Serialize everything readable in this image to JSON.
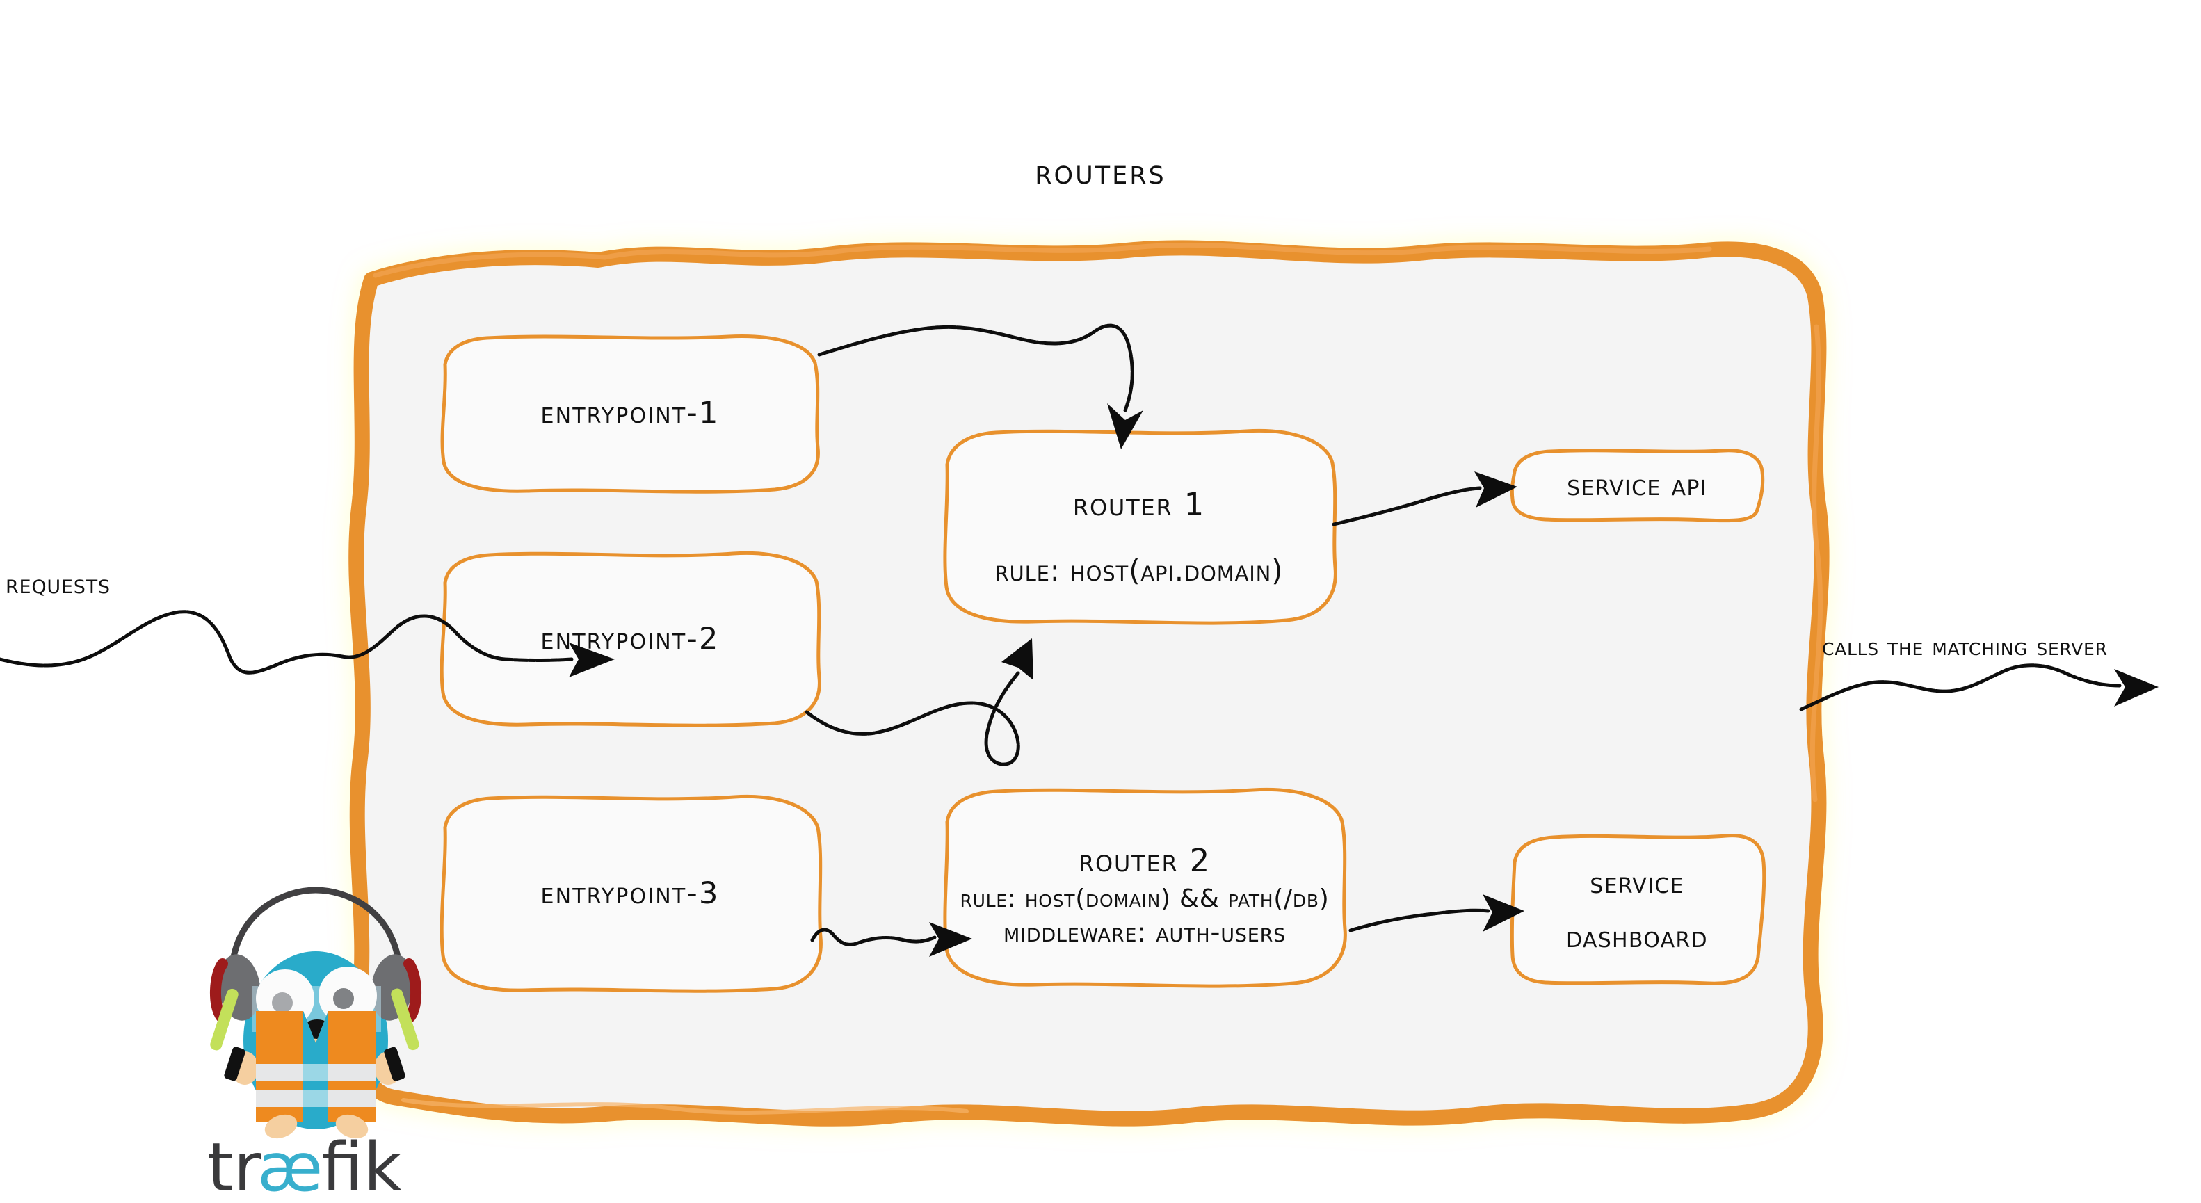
{
  "diagram": {
    "title": "Routers",
    "container_label": "Routers",
    "colors": {
      "frame_orange": "#E8912D",
      "box_orange": "#E8912D",
      "container_fill": "#F4F4F4",
      "box_fill": "#FAFAFA",
      "ink": "#111111",
      "gopher_body": "#29ABCA",
      "vest_orange": "#EE8A1F",
      "vest_stripe": "#E6E7E8",
      "headphone_gray": "#6D6E71",
      "headphone_red": "#9E1B1B",
      "wand_green": "#C3E05A",
      "snout_tan": "#F5CFA0",
      "wordmark_dark": "#3A3A3C",
      "wordmark_cyan": "#38AFCD"
    }
  },
  "entrypoints": [
    {
      "id": "entrypoint-1",
      "label": "entrypoint-1"
    },
    {
      "id": "entrypoint-2",
      "label": "entrypoint-2"
    },
    {
      "id": "entrypoint-3",
      "label": "entrypoint-3"
    }
  ],
  "routers": [
    {
      "id": "router-1",
      "title": "Router 1",
      "rule": "rule: Host(api.domain)",
      "middleware": null
    },
    {
      "id": "router-2",
      "title": "Router 2",
      "rule": "rule: Host(domain) && Path(/db)",
      "middleware": "Middleware: auth-users"
    }
  ],
  "services": [
    {
      "id": "service-api",
      "lines": [
        "Service API"
      ]
    },
    {
      "id": "service-dashboard",
      "lines": [
        "Service",
        "Dashboard"
      ]
    }
  ],
  "captions": {
    "left": "Requests",
    "right": "Calls the matching server"
  },
  "logo": {
    "wordmark_pre": "tr",
    "wordmark_ae": "æ",
    "wordmark_post": "fik",
    "full": "træfik"
  }
}
